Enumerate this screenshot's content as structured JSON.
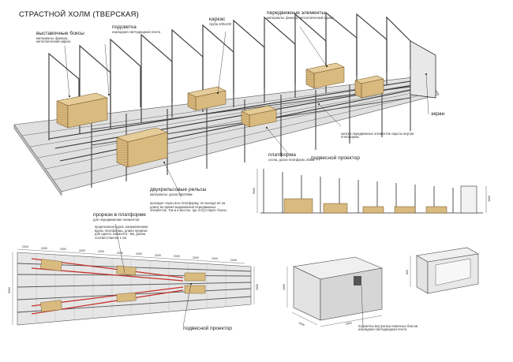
{
  "sheet_title": "СТРАСТНОЙ ХОЛМ (ТВЕРСКАЯ)",
  "top_labels": {
    "exhibit_boxes": {
      "main": "выставочные боксы",
      "sub": "материалы: фанера, металлический каркас"
    },
    "lighting": {
      "main": "подсветка",
      "sub": "накладная светодиодная лента"
    },
    "frame": {
      "main": "каркас",
      "sub": "труба 100х100"
    },
    "moving_elements": {
      "main": "передвижные элементы",
      "sub": "материалы: фанера, металлический каркас"
    },
    "screen": {
      "main": "экран"
    },
    "wheels": {
      "main": "колеса передвижных элементов скрыты внутри платформы"
    },
    "platform": {
      "main": "платформа",
      "sub": "сосна, доски платформ, 20мм"
    },
    "projector_top": {
      "main": "подвесной проектор"
    },
    "rails": {
      "main": "двухрельсовые рельсы",
      "sub": "материалы: доска 60х20мм"
    },
    "rails_note": "проходит через всю платформу, не выходя её на длину во время выдвижения передвижных элементов. Так и в местах, где отсутствуют боксы"
  },
  "plan_labels": {
    "slots": {
      "main": "прорези в платформе",
      "sub": "для передвижения элементов"
    },
    "slots_note": "прорезанная вдоль направлением вдоль платформы, длина прорези для одного элемента - 6м, длина соответственно 1 см",
    "projector_bottom": {
      "main": "подвесной проектор"
    },
    "dims_top": [
      "2000",
      "2000",
      "2000",
      "2000",
      "2000",
      "2000",
      "2000",
      "2000",
      "2000",
      "2000",
      "2000",
      "2000"
    ],
    "dim_left": "8000",
    "dim_right": "3000"
  },
  "elevation_labels": {
    "dim_left": "5000",
    "dim_right": "3000"
  },
  "box_labels": {
    "caption_main": "подсветка внутри выставочных боксов",
    "caption_sub": "накладная светодиодная лента",
    "dim_height": "1000",
    "dim_width": "2400",
    "dim_depth": "1000",
    "dim_open_h": "800"
  }
}
